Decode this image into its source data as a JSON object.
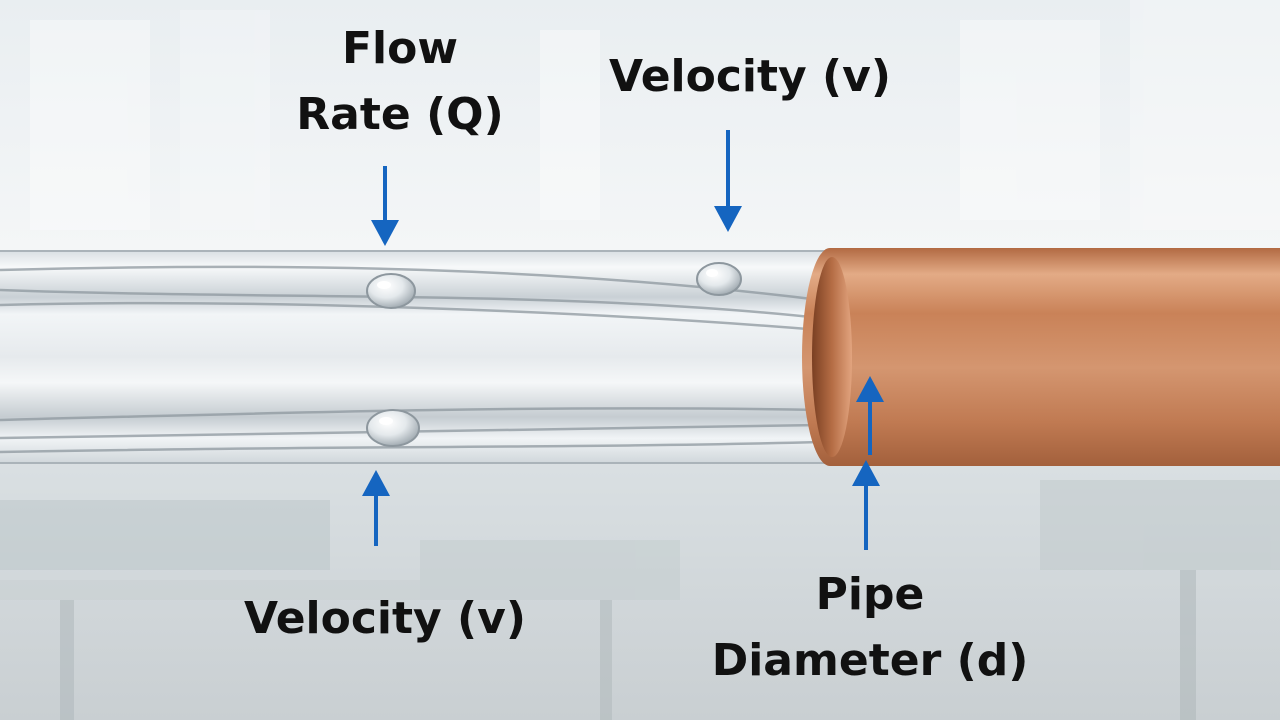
{
  "labels": {
    "flow_rate_line1": "Flow",
    "flow_rate_line2": "Rate (Q)",
    "velocity_top": "Velocity (v)",
    "velocity_bottom": "Velocity (v)",
    "pipe_diameter_line1": "Pipe",
    "pipe_diameter_line2": "Diameter (d)"
  },
  "colors": {
    "arrow": "#1565c0",
    "label_text": "#111111",
    "copper": "#c98a62",
    "glass": "#eef2f5"
  },
  "icons": {
    "arrow_down": "arrow-down-icon",
    "arrow_up": "arrow-up-icon"
  }
}
